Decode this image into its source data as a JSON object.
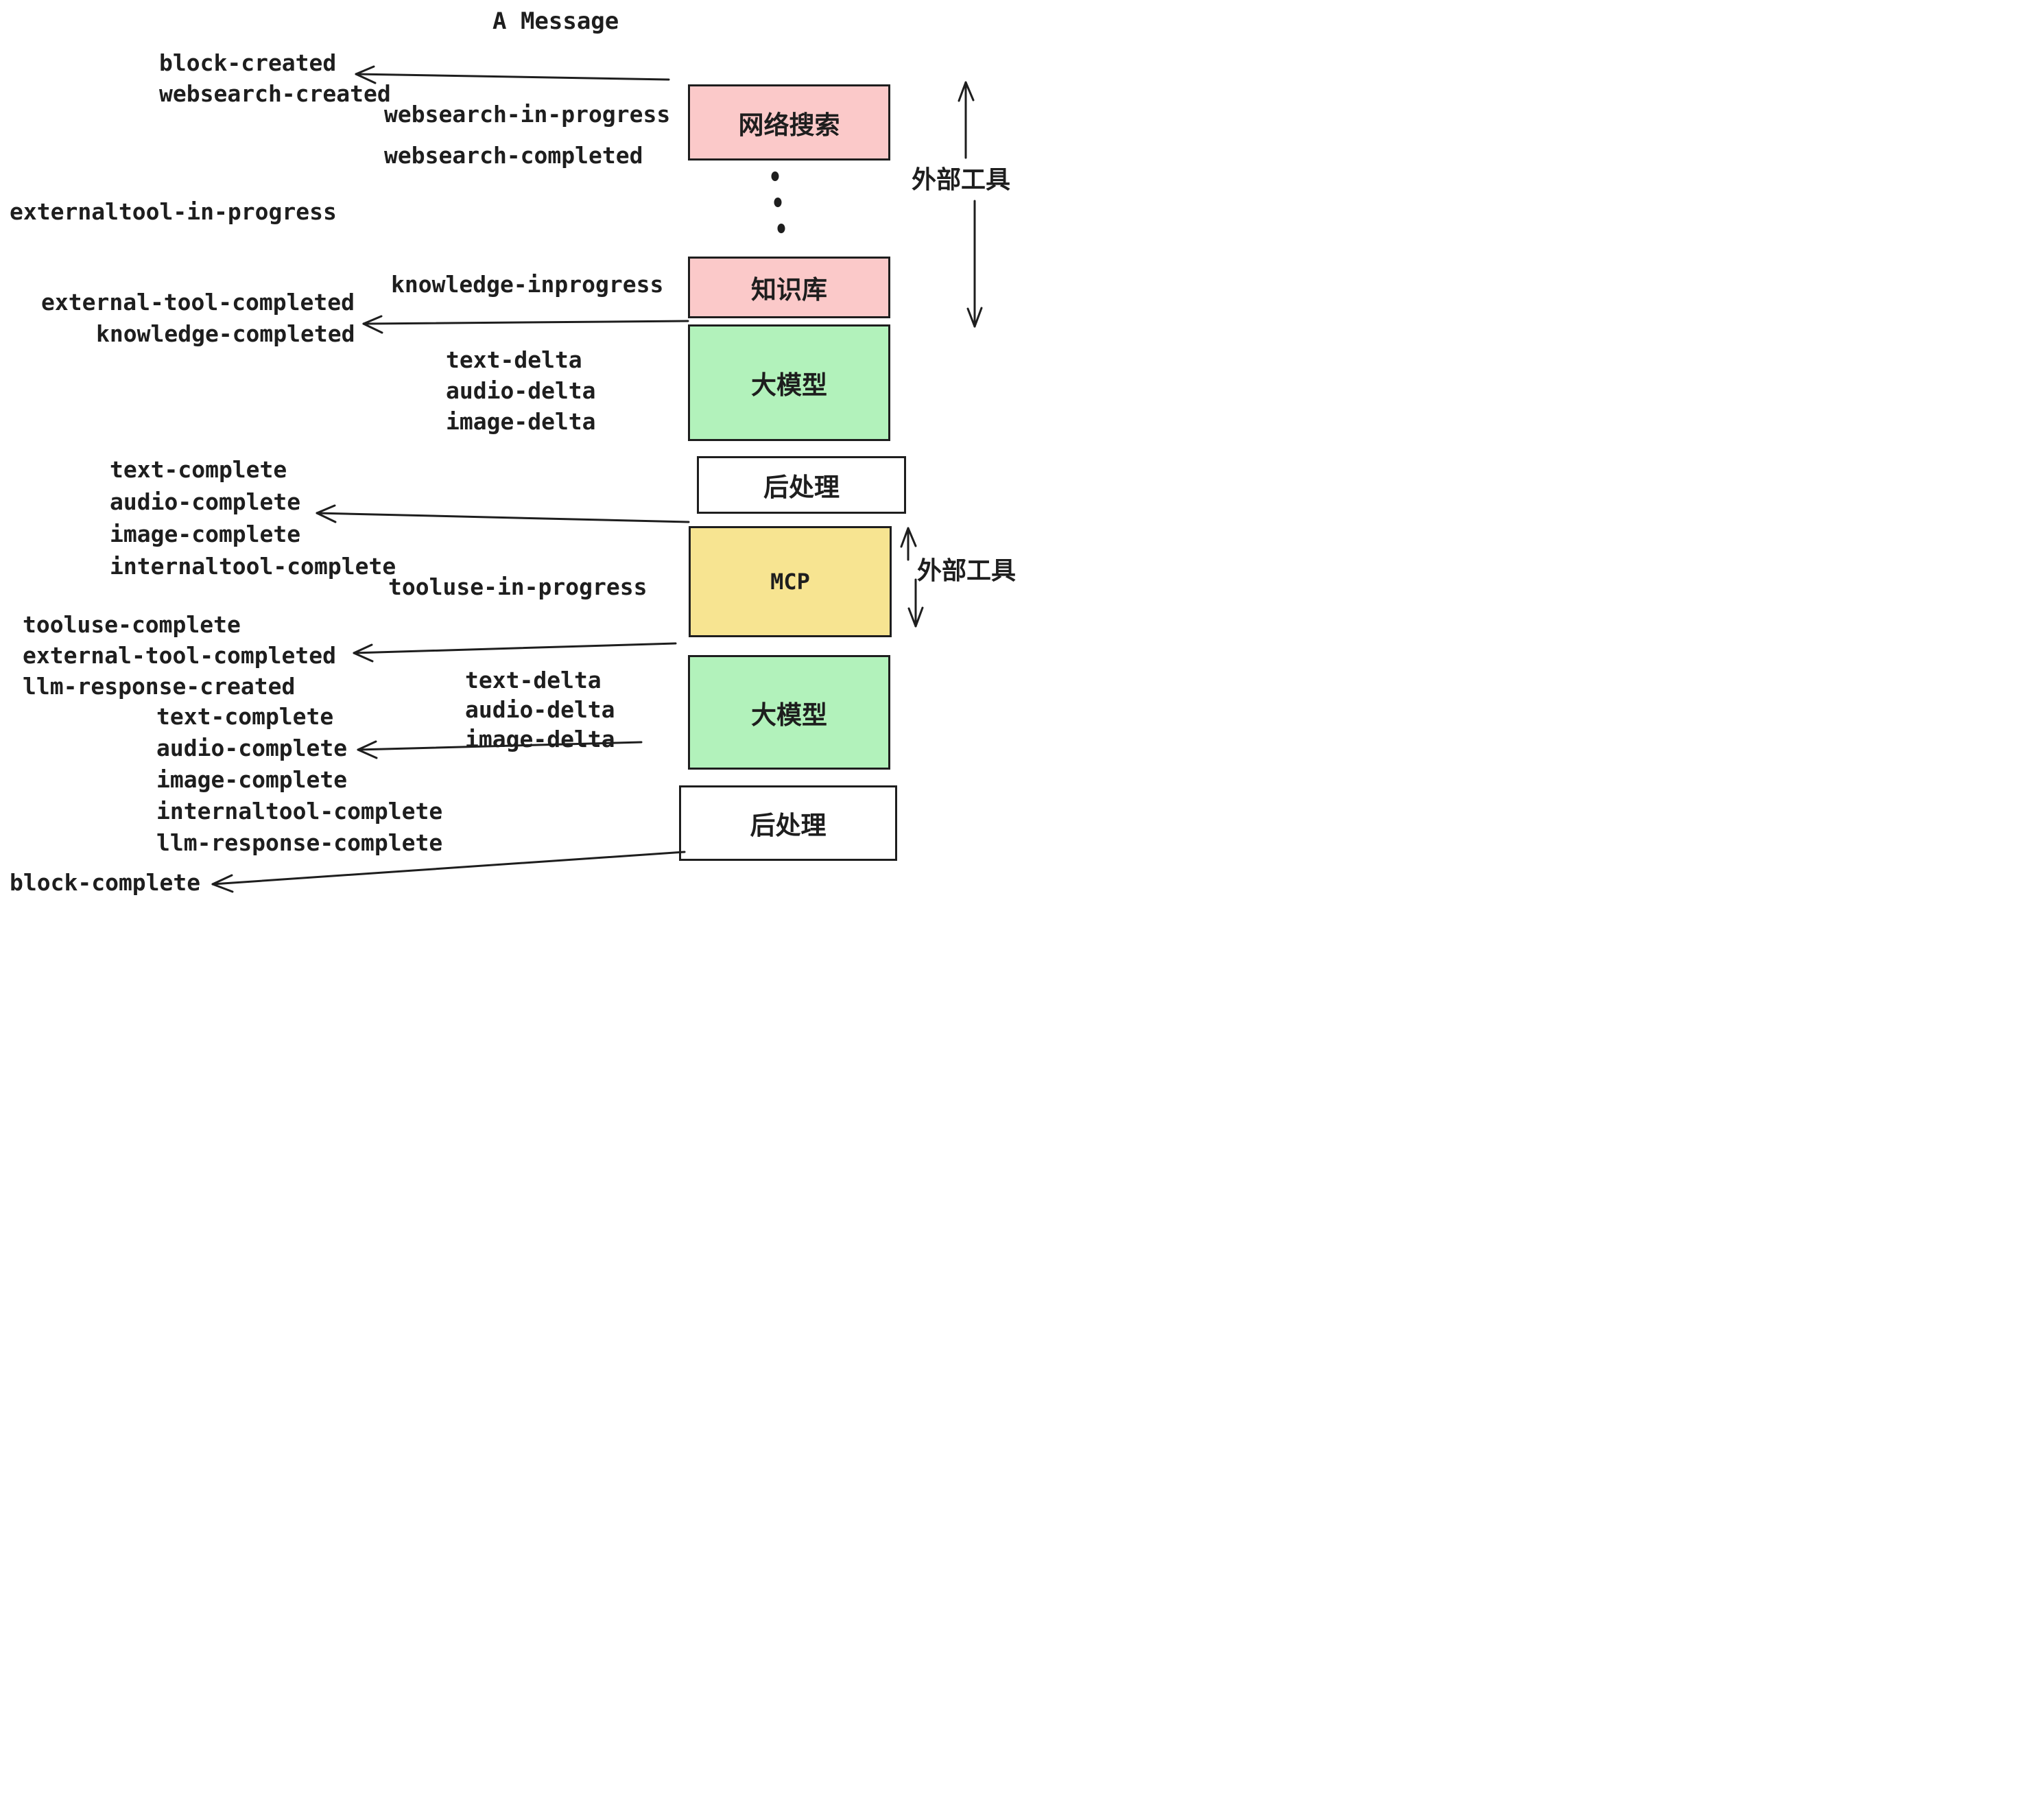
{
  "title": "A Message",
  "colors": {
    "ink": "#1e1e1e",
    "box_pink": "#fbc9c9",
    "box_green": "#b2f2bb",
    "box_yellow": "#f7e491",
    "box_white": "#ffffff",
    "background": "#ffffff"
  },
  "boxes": {
    "websearch": "网络搜索",
    "knowledge": "知识库",
    "llm1": "大模型",
    "post1": "后处理",
    "mcp": "MCP",
    "llm2": "大模型",
    "post2": "后处理"
  },
  "side_labels": {
    "external_tools_top": "外部工具",
    "external_tools_mcp": "外部工具"
  },
  "ellipsis": "vertical-dots",
  "events": {
    "block_created": "block-created",
    "websearch_created": "websearch-created",
    "websearch_in_progress": "websearch-in-progress",
    "websearch_completed": "websearch-completed",
    "externaltool_in_progress": "externaltool-in-progress",
    "knowledge_inprogress": "knowledge-inprogress",
    "external_tool_completed": "external-tool-completed",
    "knowledge_completed": "knowledge-completed",
    "text_delta_1": "text-delta",
    "audio_delta_1": "audio-delta",
    "image_delta_1": "image-delta",
    "text_complete_1": "text-complete",
    "audio_complete_1": "audio-complete",
    "image_complete_1": "image-complete",
    "internaltool_complete_1": "internaltool-complete",
    "tooluse_in_progress": "tooluse-in-progress",
    "tooluse_complete": "tooluse-complete",
    "external_tool_completed_2": "external-tool-completed",
    "llm_response_created": "llm-response-created",
    "text_delta_2": "text-delta",
    "audio_delta_2": "audio-delta",
    "image_delta_2": "image-delta",
    "text_complete_2": "text-complete",
    "audio_complete_2": "audio-complete",
    "image_complete_2": "image-complete",
    "internaltool_complete_2": "internaltool-complete",
    "llm_response_complete": "llm-response-complete",
    "block_complete": "block-complete"
  }
}
